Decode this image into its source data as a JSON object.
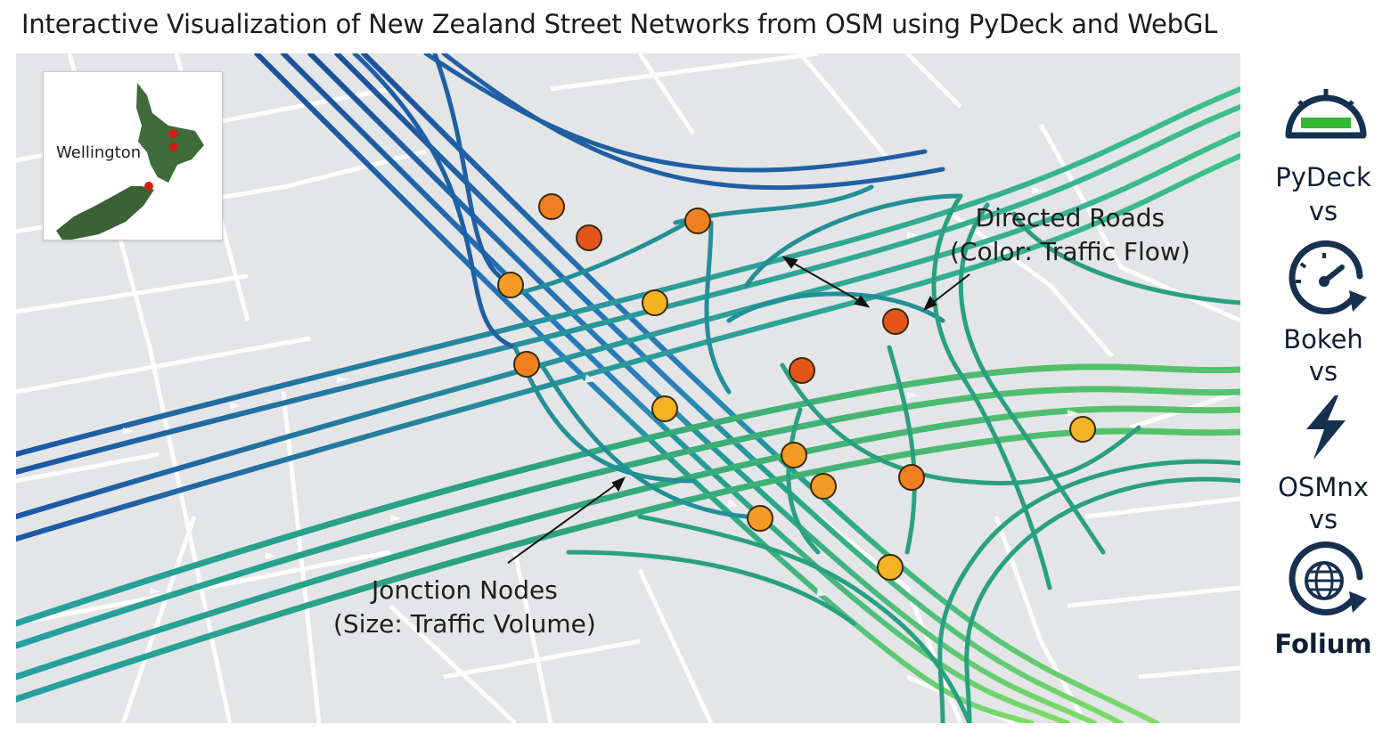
{
  "title": "Interactive Visualization of New Zealand Street Networks from OSM using PyDeck and WebGL",
  "inset_map": {
    "label": "Wellington"
  },
  "annotations": {
    "roads_line1": "Directed Roads",
    "roads_line2": "(Color: Traffic Flow)",
    "nodes_line1": "Jonction Nodes",
    "nodes_line2": "(Size: Traffic Volume)"
  },
  "tools": [
    {
      "name": "PyDeck",
      "icon": "speedometer-icon"
    },
    {
      "name": "Bokeh",
      "icon": "gauge-refresh-icon"
    },
    {
      "name": "OSMnx",
      "icon": "lightning-icon"
    },
    {
      "name": "Folium",
      "icon": "globe-refresh-icon"
    }
  ],
  "separator": "vs",
  "colors": {
    "road_blue": "#1d5fa8",
    "road_teal": "#27a58a",
    "road_green": "#7fd36b",
    "node_orange": "#f0a030",
    "node_red": "#e2561a",
    "icon_navy": "#16304f",
    "gauge_green": "#33b833"
  }
}
